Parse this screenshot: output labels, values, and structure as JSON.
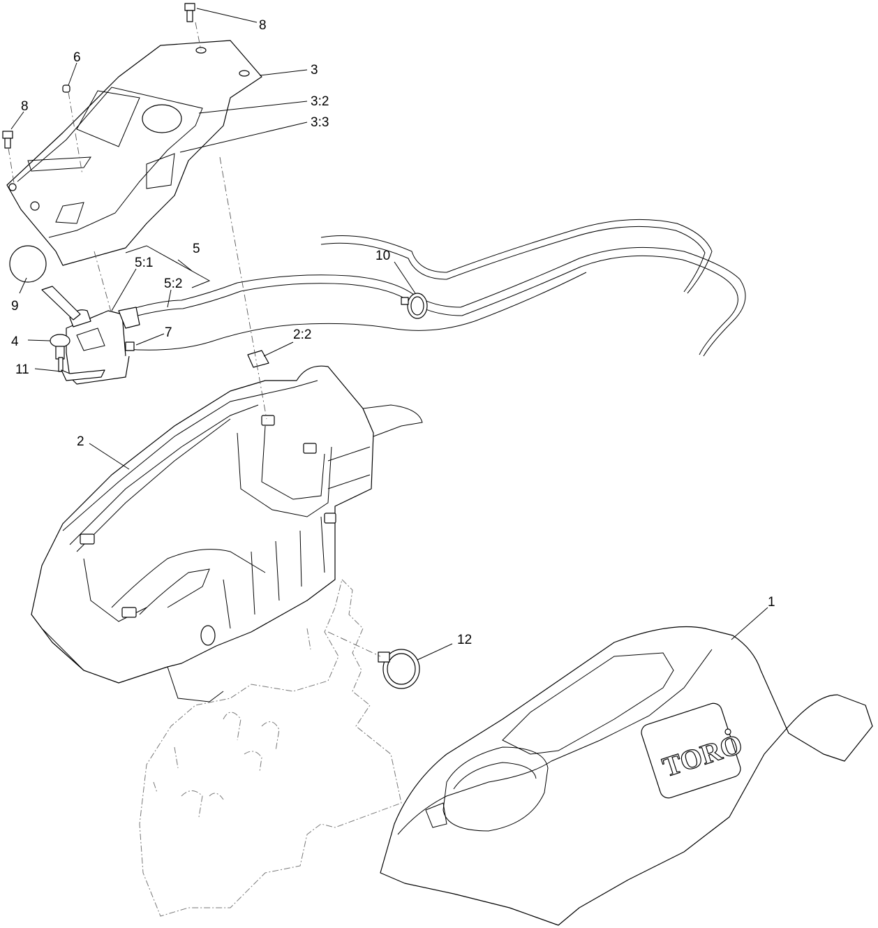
{
  "callouts": [
    {
      "id": "c8a",
      "label": "8"
    },
    {
      "id": "c3",
      "label": "3"
    },
    {
      "id": "c6",
      "label": "6"
    },
    {
      "id": "c32",
      "label": "3:2"
    },
    {
      "id": "c8b",
      "label": "8"
    },
    {
      "id": "c33",
      "label": "3:3"
    },
    {
      "id": "c5",
      "label": "5"
    },
    {
      "id": "c51",
      "label": "5:1"
    },
    {
      "id": "c52",
      "label": "5:2"
    },
    {
      "id": "c9",
      "label": "9"
    },
    {
      "id": "c10",
      "label": "10"
    },
    {
      "id": "c4",
      "label": "4"
    },
    {
      "id": "c7",
      "label": "7"
    },
    {
      "id": "c22",
      "label": "2:2"
    },
    {
      "id": "c11",
      "label": "11"
    },
    {
      "id": "c2",
      "label": "2"
    },
    {
      "id": "c1",
      "label": "1"
    },
    {
      "id": "c12",
      "label": "12"
    }
  ],
  "logo": {
    "text": "TORO"
  }
}
